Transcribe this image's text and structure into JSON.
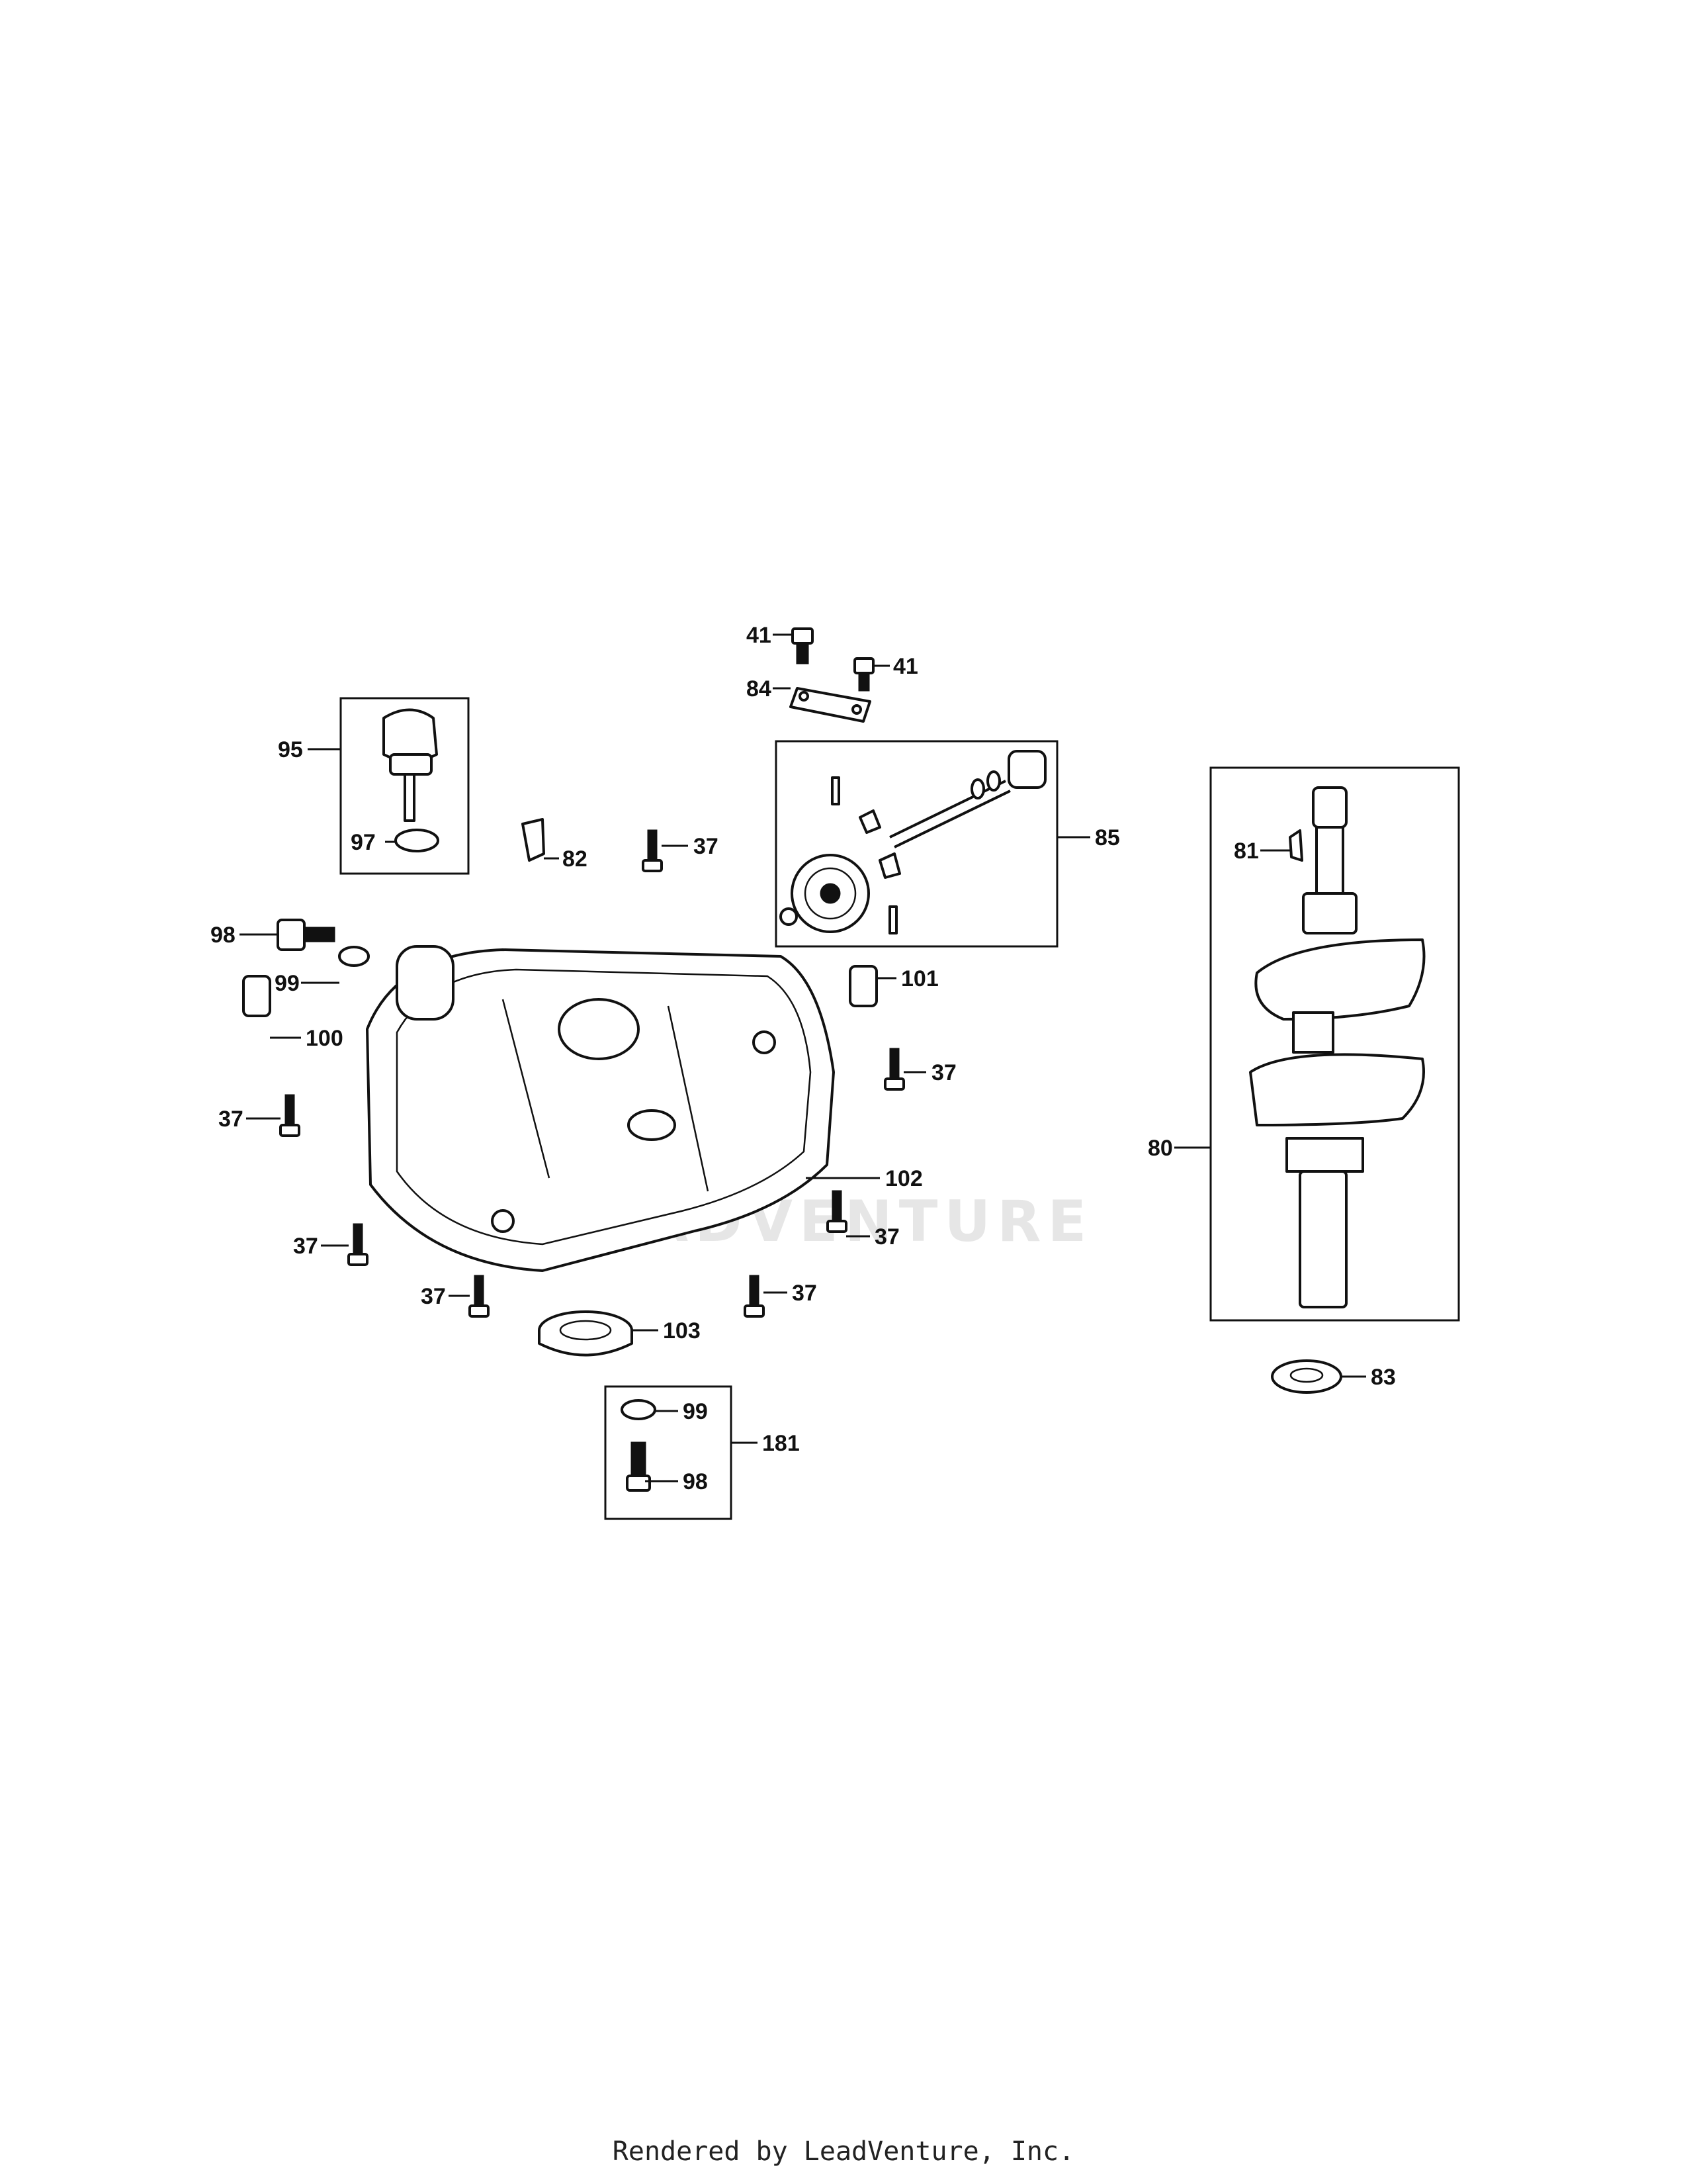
{
  "watermark": "LEADVENTURE",
  "footer": "Rendered by LeadVenture, Inc.",
  "callouts": {
    "c41a": "41",
    "c41b": "41",
    "c84": "84",
    "c95": "95",
    "c97": "97",
    "c82": "82",
    "c37a": "37",
    "c85": "85",
    "c81": "81",
    "c98a": "98",
    "c99a": "99",
    "c100": "100",
    "c101": "101",
    "c37b": "37",
    "c37c": "37",
    "c102": "102",
    "c80": "80",
    "c37d": "37",
    "c37e": "37",
    "c37f": "37",
    "c37g": "37",
    "c103": "103",
    "c83": "83",
    "c99b": "99",
    "c181": "181",
    "c98b": "98"
  }
}
